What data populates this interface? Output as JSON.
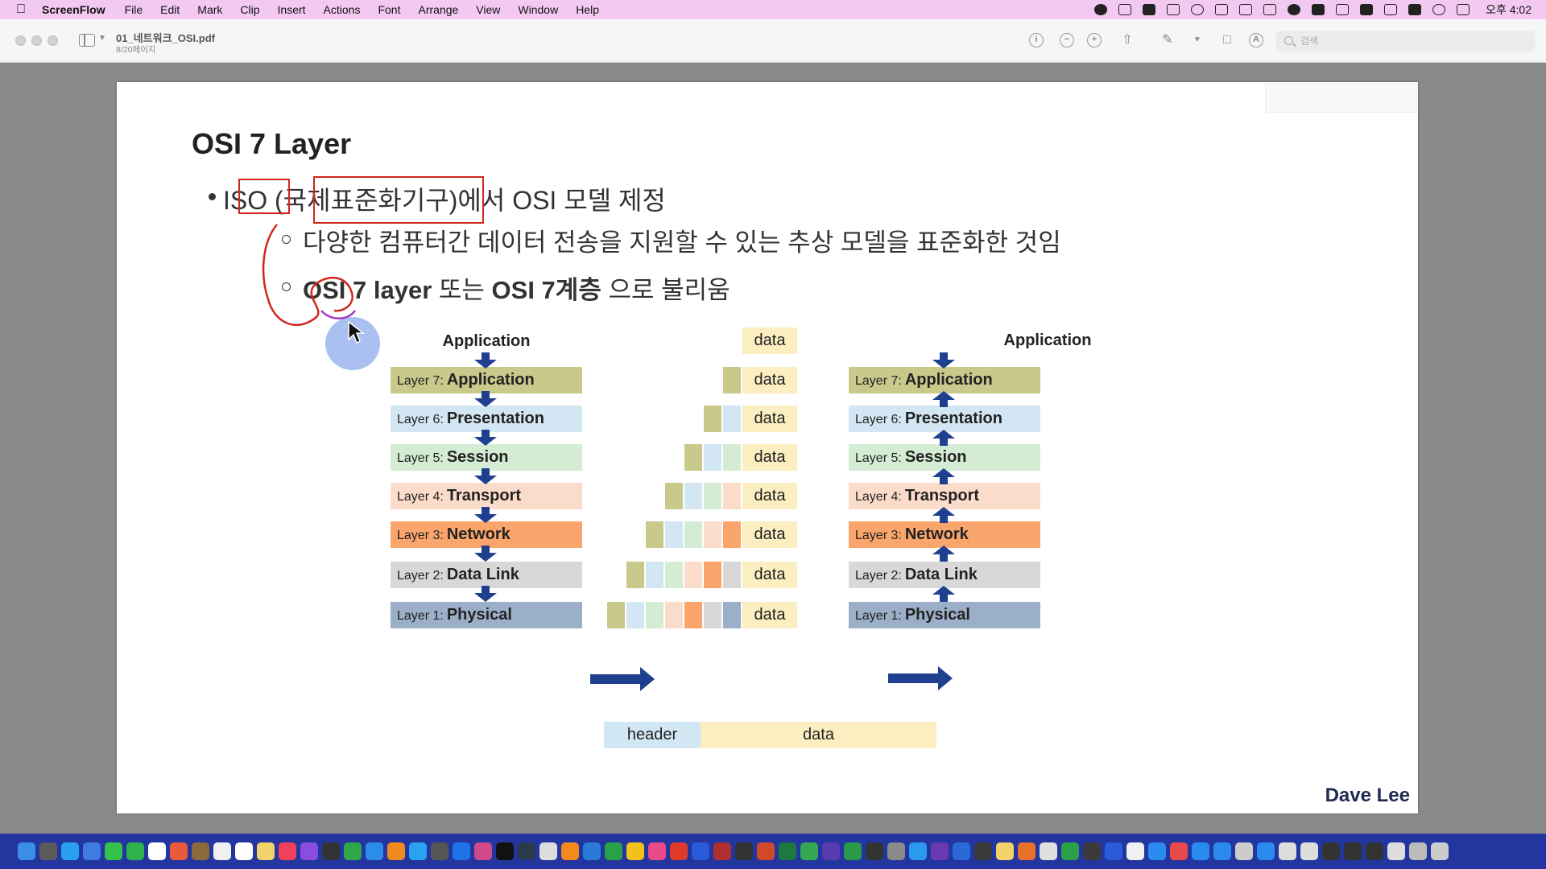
{
  "menubar": {
    "app_name": "ScreenFlow",
    "items": [
      "File",
      "Edit",
      "Mark",
      "Clip",
      "Insert",
      "Actions",
      "Font",
      "Arrange",
      "View",
      "Window",
      "Help"
    ],
    "clock": "오후 4:02"
  },
  "toolbar": {
    "doc_title": "01_네트워크_OSI.pdf",
    "doc_subtitle": "8/20페이지",
    "search_placeholder": "검색"
  },
  "slide": {
    "title": "OSI 7 Layer",
    "bullet_main": {
      "iso": "ISO",
      "open_paren": "(",
      "org": "국제표준화기구",
      "rest": ")에서 OSI 모델 제정"
    },
    "sub1": "다양한 컴퓨터간 데이터 전송을 지원할 수 있는 추상 모델을 표준화한 것임",
    "sub2": {
      "p1": "OSI 7 layer",
      "p2": " 또는 ",
      "p3": "OSI 7계층",
      "p4": " 으로 불리움"
    },
    "author": "Dave Lee"
  },
  "diagram": {
    "top_label": "Application",
    "layers": [
      {
        "prefix": "Layer 7:",
        "name": "Application",
        "color": "#c9c98c"
      },
      {
        "prefix": "Layer 6:",
        "name": "Presentation",
        "color": "#d3e6f3"
      },
      {
        "prefix": "Layer 5:",
        "name": "Session",
        "color": "#d3ecd3"
      },
      {
        "prefix": "Layer 4:",
        "name": "Transport",
        "color": "#fbdccb"
      },
      {
        "prefix": "Layer 3:",
        "name": "Network",
        "color": "#f9a56b"
      },
      {
        "prefix": "Layer 2:",
        "name": "Data Link",
        "color": "#d8d8d8"
      },
      {
        "prefix": "Layer 1:",
        "name": "Physical",
        "color": "#9bafc8"
      }
    ],
    "data_label": "data",
    "top_label_color": "#fbeec0",
    "legend": {
      "header": "header",
      "data": "data"
    }
  },
  "dock": {
    "icon_colors": [
      "#3a8ee6",
      "#5b5b5b",
      "#2aa0f0",
      "#3f7be0",
      "#35c24c",
      "#2cb34a",
      "#ffffff",
      "#e85a3c",
      "#8a6a3c",
      "#f0f0f0",
      "#ffffff",
      "#f2d36b",
      "#f0405a",
      "#8a4de0",
      "#333333",
      "#30a84a",
      "#2c8de8",
      "#f08a1c",
      "#2aa2f0",
      "#555555",
      "#1e73e8",
      "#d04a8a",
      "#111111",
      "#2a3a4a",
      "#dddddd",
      "#f58a1c",
      "#2a7ad8",
      "#2aa04a",
      "#f2c21a",
      "#e84a8a",
      "#e03a2a",
      "#2a5ad8",
      "#b03030",
      "#333333",
      "#d04a2a",
      "#1e7a3c",
      "#34a853",
      "#5a3ab0",
      "#2a9a4a",
      "#333333",
      "#8a8a8a",
      "#2a9af0",
      "#6a3ab0",
      "#2a6ad8",
      "#3a3a3a",
      "#f2d36b",
      "#e8702a",
      "#e0e0e0",
      "#2aa04a",
      "#3a3a3a",
      "#2a5ad8",
      "#f0f0f0",
      "#2a8af0",
      "#e84a4a",
      "#2a8af0",
      "#2a8af0",
      "#cccccc",
      "#2a8af0",
      "#dddddd",
      "#dddddd",
      "#333333",
      "#333333",
      "#333333",
      "#dddddd",
      "#bbbbbb",
      "#cccccc"
    ]
  }
}
